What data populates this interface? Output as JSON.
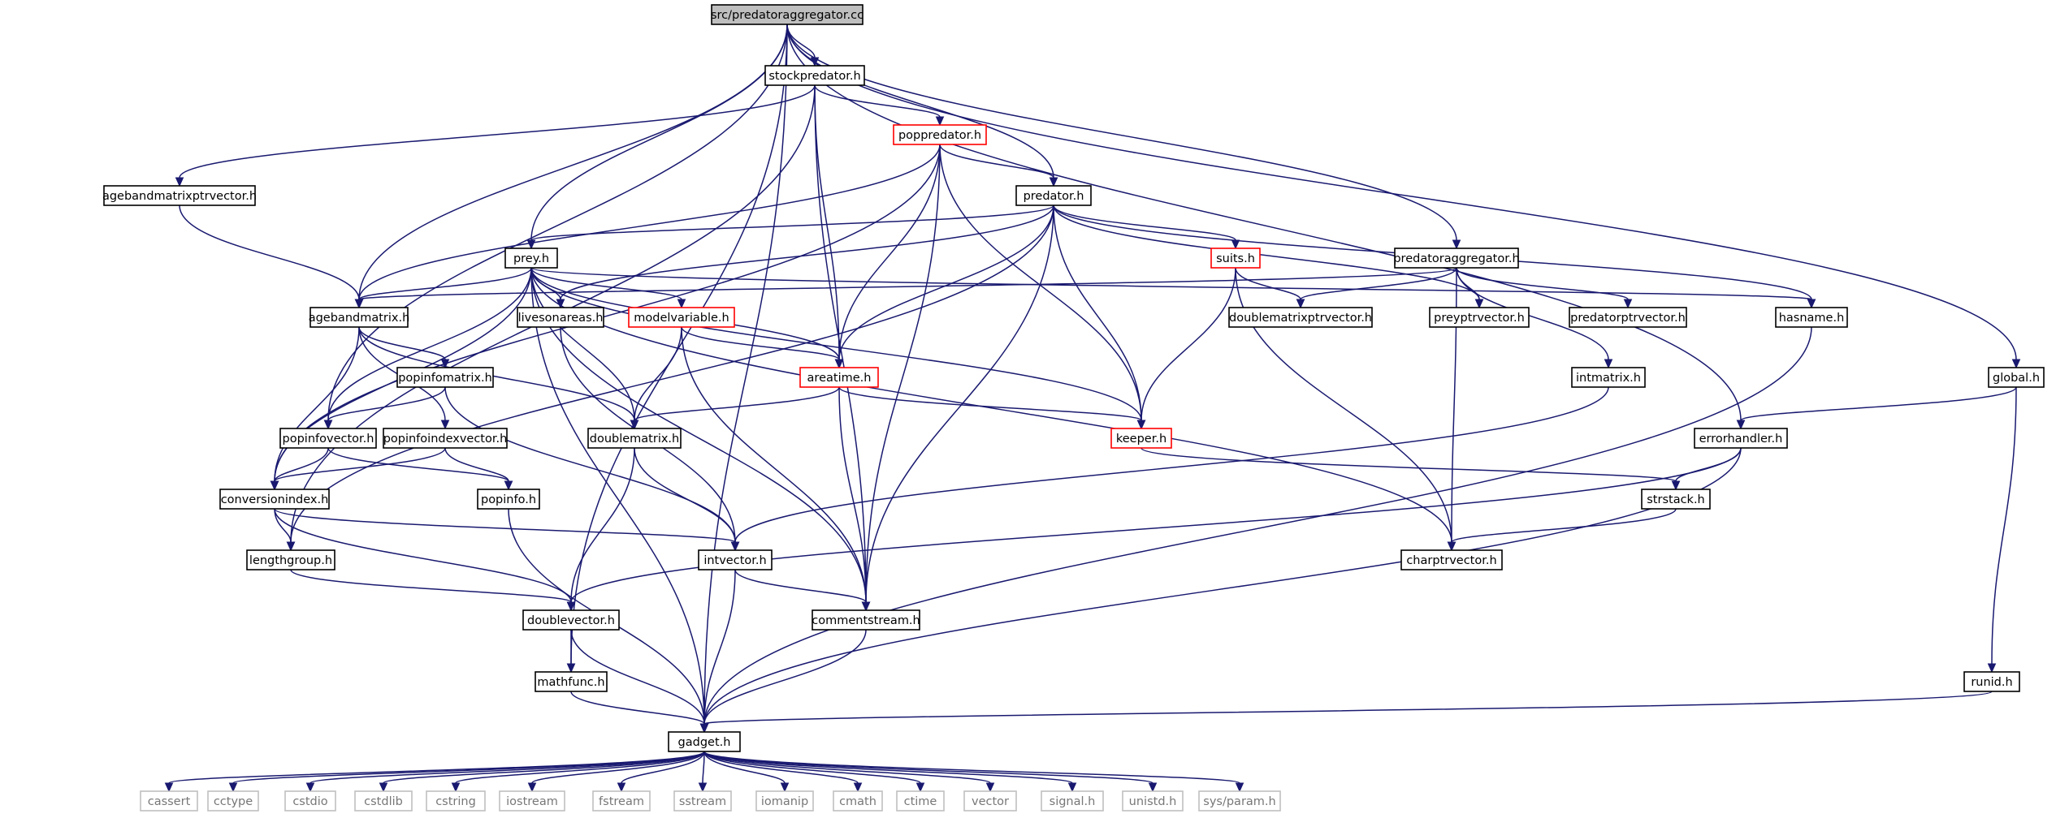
{
  "colors": {
    "edge": "#191970",
    "node_border": "#000000",
    "root_fill": "#bfbfbf",
    "incomplete_border": "#ff0000",
    "system_border": "#bfbfbf",
    "system_text": "#777777"
  },
  "nodes": [
    {
      "id": "root",
      "label": "src/predatoraggregator.cc",
      "kind": "root"
    },
    {
      "id": "stockpredator",
      "label": "stockpredator.h",
      "kind": "normal"
    },
    {
      "id": "poppredator",
      "label": "poppredator.h",
      "kind": "incomplete"
    },
    {
      "id": "agebandmatrixptrvector",
      "label": "agebandmatrixptrvector.h",
      "kind": "normal"
    },
    {
      "id": "predator",
      "label": "predator.h",
      "kind": "normal"
    },
    {
      "id": "prey",
      "label": "prey.h",
      "kind": "normal"
    },
    {
      "id": "suits",
      "label": "suits.h",
      "kind": "incomplete"
    },
    {
      "id": "predatoraggregator",
      "label": "predatoraggregator.h",
      "kind": "normal"
    },
    {
      "id": "agebandmatrix",
      "label": "agebandmatrix.h",
      "kind": "normal"
    },
    {
      "id": "livesonareas",
      "label": "livesonareas.h",
      "kind": "normal"
    },
    {
      "id": "modelvariable",
      "label": "modelvariable.h",
      "kind": "incomplete"
    },
    {
      "id": "doublematrixptrvector",
      "label": "doublematrixptrvector.h",
      "kind": "normal"
    },
    {
      "id": "preyptrvector",
      "label": "preyptrvector.h",
      "kind": "normal"
    },
    {
      "id": "predatorptrvector",
      "label": "predatorptrvector.h",
      "kind": "normal"
    },
    {
      "id": "hasname",
      "label": "hasname.h",
      "kind": "normal"
    },
    {
      "id": "popinfomatrix",
      "label": "popinfomatrix.h",
      "kind": "normal"
    },
    {
      "id": "areatime",
      "label": "areatime.h",
      "kind": "incomplete"
    },
    {
      "id": "intmatrix",
      "label": "intmatrix.h",
      "kind": "normal"
    },
    {
      "id": "global",
      "label": "global.h",
      "kind": "normal"
    },
    {
      "id": "popinfovector",
      "label": "popinfovector.h",
      "kind": "normal"
    },
    {
      "id": "popinfoindexvector",
      "label": "popinfoindexvector.h",
      "kind": "normal"
    },
    {
      "id": "doublematrix",
      "label": "doublematrix.h",
      "kind": "normal"
    },
    {
      "id": "keeper",
      "label": "keeper.h",
      "kind": "incomplete"
    },
    {
      "id": "errorhandler",
      "label": "errorhandler.h",
      "kind": "normal"
    },
    {
      "id": "conversionindex",
      "label": "conversionindex.h",
      "kind": "normal"
    },
    {
      "id": "popinfo",
      "label": "popinfo.h",
      "kind": "normal"
    },
    {
      "id": "strstack",
      "label": "strstack.h",
      "kind": "normal"
    },
    {
      "id": "lengthgroup",
      "label": "lengthgroup.h",
      "kind": "normal"
    },
    {
      "id": "intvector",
      "label": "intvector.h",
      "kind": "normal"
    },
    {
      "id": "charptrvector",
      "label": "charptrvector.h",
      "kind": "normal"
    },
    {
      "id": "doublevector",
      "label": "doublevector.h",
      "kind": "normal"
    },
    {
      "id": "commentstream",
      "label": "commentstream.h",
      "kind": "normal"
    },
    {
      "id": "mathfunc",
      "label": "mathfunc.h",
      "kind": "normal"
    },
    {
      "id": "runid",
      "label": "runid.h",
      "kind": "normal"
    },
    {
      "id": "gadget",
      "label": "gadget.h",
      "kind": "normal"
    },
    {
      "id": "cassert",
      "label": "cassert",
      "kind": "system"
    },
    {
      "id": "cctype",
      "label": "cctype",
      "kind": "system"
    },
    {
      "id": "cstdio",
      "label": "cstdio",
      "kind": "system"
    },
    {
      "id": "cstdlib",
      "label": "cstdlib",
      "kind": "system"
    },
    {
      "id": "cstring",
      "label": "cstring",
      "kind": "system"
    },
    {
      "id": "iostream",
      "label": "iostream",
      "kind": "system"
    },
    {
      "id": "fstream",
      "label": "fstream",
      "kind": "system"
    },
    {
      "id": "sstream",
      "label": "sstream",
      "kind": "system"
    },
    {
      "id": "iomanip",
      "label": "iomanip",
      "kind": "system"
    },
    {
      "id": "cmath",
      "label": "cmath",
      "kind": "system"
    },
    {
      "id": "ctime",
      "label": "ctime",
      "kind": "system"
    },
    {
      "id": "vector",
      "label": "vector",
      "kind": "system"
    },
    {
      "id": "signal",
      "label": "signal.h",
      "kind": "system"
    },
    {
      "id": "unistd",
      "label": "unistd.h",
      "kind": "system"
    },
    {
      "id": "sysparam",
      "label": "sys/param.h",
      "kind": "system"
    }
  ],
  "edges": [
    [
      "root",
      "stockpredator"
    ],
    [
      "root",
      "predator"
    ],
    [
      "root",
      "prey"
    ],
    [
      "root",
      "predatoraggregator"
    ],
    [
      "root",
      "popinfovector"
    ],
    [
      "root",
      "agebandmatrix"
    ],
    [
      "root",
      "errorhandler"
    ],
    [
      "root",
      "global"
    ],
    [
      "root",
      "mathfunc"
    ],
    [
      "root",
      "gadget"
    ],
    [
      "stockpredator",
      "poppredator"
    ],
    [
      "stockpredator",
      "agebandmatrixptrvector"
    ],
    [
      "stockpredator",
      "areatime"
    ],
    [
      "stockpredator",
      "lengthgroup"
    ],
    [
      "stockpredator",
      "commentstream"
    ],
    [
      "poppredator",
      "predator"
    ],
    [
      "poppredator",
      "agebandmatrix"
    ],
    [
      "poppredator",
      "areatime"
    ],
    [
      "poppredator",
      "keeper"
    ],
    [
      "poppredator",
      "commentstream"
    ],
    [
      "poppredator",
      "conversionindex"
    ],
    [
      "agebandmatrixptrvector",
      "agebandmatrix"
    ],
    [
      "predator",
      "prey"
    ],
    [
      "predator",
      "suits"
    ],
    [
      "predator",
      "livesonareas"
    ],
    [
      "predator",
      "hasname"
    ],
    [
      "predator",
      "preyptrvector"
    ],
    [
      "predator",
      "areatime"
    ],
    [
      "predator",
      "keeper"
    ],
    [
      "predator",
      "commentstream"
    ],
    [
      "predator",
      "lengthgroup"
    ],
    [
      "prey",
      "agebandmatrix"
    ],
    [
      "prey",
      "livesonareas"
    ],
    [
      "prey",
      "modelvariable"
    ],
    [
      "prey",
      "hasname"
    ],
    [
      "prey",
      "areatime"
    ],
    [
      "prey",
      "keeper"
    ],
    [
      "prey",
      "doublematrix"
    ],
    [
      "prey",
      "popinfovector"
    ],
    [
      "prey",
      "conversionindex"
    ],
    [
      "prey",
      "commentstream"
    ],
    [
      "prey",
      "charptrvector"
    ],
    [
      "prey",
      "gadget"
    ],
    [
      "suits",
      "doublematrixptrvector"
    ],
    [
      "suits",
      "keeper"
    ],
    [
      "suits",
      "charptrvector"
    ],
    [
      "predatoraggregator",
      "agebandmatrix"
    ],
    [
      "predatoraggregator",
      "doublematrixptrvector"
    ],
    [
      "predatoraggregator",
      "preyptrvector"
    ],
    [
      "predatoraggregator",
      "predatorptrvector"
    ],
    [
      "predatoraggregator",
      "intmatrix"
    ],
    [
      "predatoraggregator",
      "charptrvector"
    ],
    [
      "agebandmatrix",
      "popinfomatrix"
    ],
    [
      "agebandmatrix",
      "popinfoindexvector"
    ],
    [
      "agebandmatrix",
      "doublematrix"
    ],
    [
      "agebandmatrix",
      "conversionindex"
    ],
    [
      "livesonareas",
      "intvector"
    ],
    [
      "modelvariable",
      "areatime"
    ],
    [
      "modelvariable",
      "doublematrix"
    ],
    [
      "modelvariable",
      "commentstream"
    ],
    [
      "hasname",
      "gadget"
    ],
    [
      "popinfomatrix",
      "popinfovector"
    ],
    [
      "popinfomatrix",
      "intvector"
    ],
    [
      "areatime",
      "doublematrix"
    ],
    [
      "areatime",
      "keeper"
    ],
    [
      "areatime",
      "commentstream"
    ],
    [
      "intmatrix",
      "intvector"
    ],
    [
      "global",
      "errorhandler"
    ],
    [
      "global",
      "runid"
    ],
    [
      "popinfovector",
      "popinfo"
    ],
    [
      "popinfovector",
      "conversionindex"
    ],
    [
      "popinfoindexvector",
      "popinfo"
    ],
    [
      "popinfoindexvector",
      "conversionindex"
    ],
    [
      "doublematrix",
      "intvector"
    ],
    [
      "doublematrix",
      "doublevector"
    ],
    [
      "keeper",
      "strstack"
    ],
    [
      "errorhandler",
      "strstack"
    ],
    [
      "errorhandler",
      "doublevector"
    ],
    [
      "errorhandler",
      "gadget"
    ],
    [
      "conversionindex",
      "lengthgroup"
    ],
    [
      "conversionindex",
      "intvector"
    ],
    [
      "conversionindex",
      "doublevector"
    ],
    [
      "popinfo",
      "gadget"
    ],
    [
      "strstack",
      "charptrvector"
    ],
    [
      "lengthgroup",
      "doublevector"
    ],
    [
      "intvector",
      "commentstream"
    ],
    [
      "intvector",
      "gadget"
    ],
    [
      "doublevector",
      "mathfunc"
    ],
    [
      "doublevector",
      "gadget"
    ],
    [
      "commentstream",
      "gadget"
    ],
    [
      "mathfunc",
      "gadget"
    ],
    [
      "runid",
      "gadget"
    ],
    [
      "gadget",
      "cassert"
    ],
    [
      "gadget",
      "cctype"
    ],
    [
      "gadget",
      "cstdio"
    ],
    [
      "gadget",
      "cstdlib"
    ],
    [
      "gadget",
      "cstring"
    ],
    [
      "gadget",
      "iostream"
    ],
    [
      "gadget",
      "fstream"
    ],
    [
      "gadget",
      "sstream"
    ],
    [
      "gadget",
      "iomanip"
    ],
    [
      "gadget",
      "cmath"
    ],
    [
      "gadget",
      "ctime"
    ],
    [
      "gadget",
      "vector"
    ],
    [
      "gadget",
      "signal"
    ],
    [
      "gadget",
      "unistd"
    ],
    [
      "gadget",
      "sysparam"
    ]
  ]
}
